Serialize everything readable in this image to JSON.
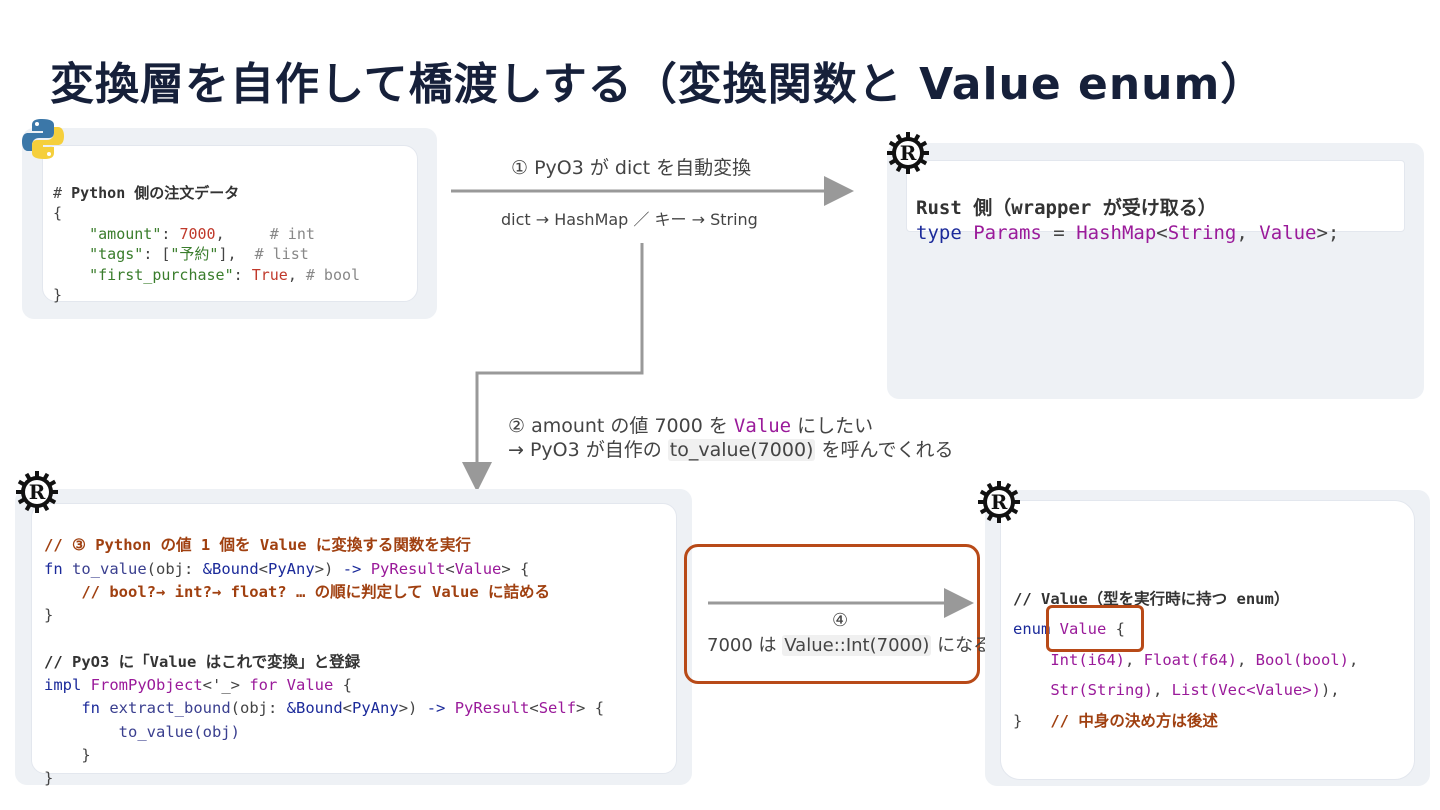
{
  "title": "変換層を自作して橋渡しする（変換関数と Value enum）",
  "colors": {
    "accent": "#b84a18",
    "arrow": "#999999",
    "panel": "#eef1f5",
    "title": "#16203a"
  },
  "icons": {
    "python": "python-logo-icon",
    "rust": "rust-logo-icon"
  },
  "python_card": {
    "comment_hash": "#",
    "comment_title": "Python 側の注文データ",
    "open_brace": "{",
    "amount_key": "\"amount\"",
    "amount_colon": ": ",
    "amount_val": "7000",
    "amount_tail": ",",
    "amount_comment": "# int",
    "tags_key": "\"tags\"",
    "tags_colon": ": [",
    "tags_val": "\"予約\"",
    "tags_tail": "],",
    "tags_comment": "# list",
    "fp_key": "\"first_purchase\"",
    "fp_colon": ": ",
    "fp_val": "True",
    "fp_tail": ",",
    "fp_comment": "# bool",
    "close_brace": "}"
  },
  "step1": {
    "label": "① PyO3 が dict を自動変換",
    "sub": "dict → HashMap ／ キー → String"
  },
  "rust_wrapper_card": {
    "title": "Rust 側（wrapper が受け取る）",
    "kw_type": "type",
    "name": "Params",
    "eq": " = ",
    "hashmap": "HashMap",
    "lt": "<",
    "string": "String",
    "comma": ", ",
    "value": "Value",
    "gt_semi": ">;"
  },
  "step2": {
    "line1_a": "② amount の値 7000 を ",
    "line1_code": "Value",
    "line1_b": " にしたい",
    "line2_a": "→ PyO3 が自作の ",
    "line2_code": "to_value(7000)",
    "line2_b": " を呼んでくれる"
  },
  "converter_card": {
    "c1": "// ③ Python の値 1 個を Value に変換する関数を実行",
    "l2_fn": "fn",
    "l2_name": "to_value",
    "l2_a": "(obj: ",
    "l2_bound": "&Bound",
    "l2_lt": "<",
    "l2_pyany": "PyAny",
    "l2_b": ">) ",
    "l2_arrow": "->",
    "l2_sp": " ",
    "l2_res": "PyResult",
    "l2_lt2": "<",
    "l2_value": "Value",
    "l2_c": "> {",
    "c3": "// bool?→ int?→ float? … の順に判定して Value に詰める",
    "l4": "}",
    "c6": "// PyO3 に「Value はこれで変換」と登録",
    "l7_impl": "impl",
    "l7_trait": "FromPyObject",
    "l7_lt": "<'_>",
    "l7_for": "for",
    "l7_value": "Value",
    "l7_brace": " {",
    "l8_fn": "fn",
    "l8_name": "extract_bound",
    "l8_a": "(obj: ",
    "l8_bound": "&Bound",
    "l8_lt": "<",
    "l8_pyany": "PyAny",
    "l8_b": ">) ",
    "l8_arrow": "->",
    "l8_sp": " ",
    "l8_res": "PyResult",
    "l8_lt2": "<",
    "l8_self": "Self",
    "l8_c": "> {",
    "l9": "to_value(obj)",
    "l10": "}",
    "l11": "}"
  },
  "step4": {
    "num": "④",
    "a": "7000 は ",
    "code": "Value::Int(7000)",
    "b": " になる"
  },
  "enum_card": {
    "comment": "// Value（型を実行時に持つ enum）",
    "kw_enum": "enum",
    "name": "Value",
    "open": " {",
    "v1": "Int(i64)",
    "v1_sep": ", ",
    "v2": "Float(f64)",
    "v2_sep": ", ",
    "v3": "Bool(bool)",
    "v3_sep": ",",
    "v4": "Str(String)",
    "v4_sep": ", ",
    "v5": "List(Vec<Value>)",
    "v5_sep": "),",
    "close": "}",
    "note": "// 中身の決め方は後述"
  }
}
